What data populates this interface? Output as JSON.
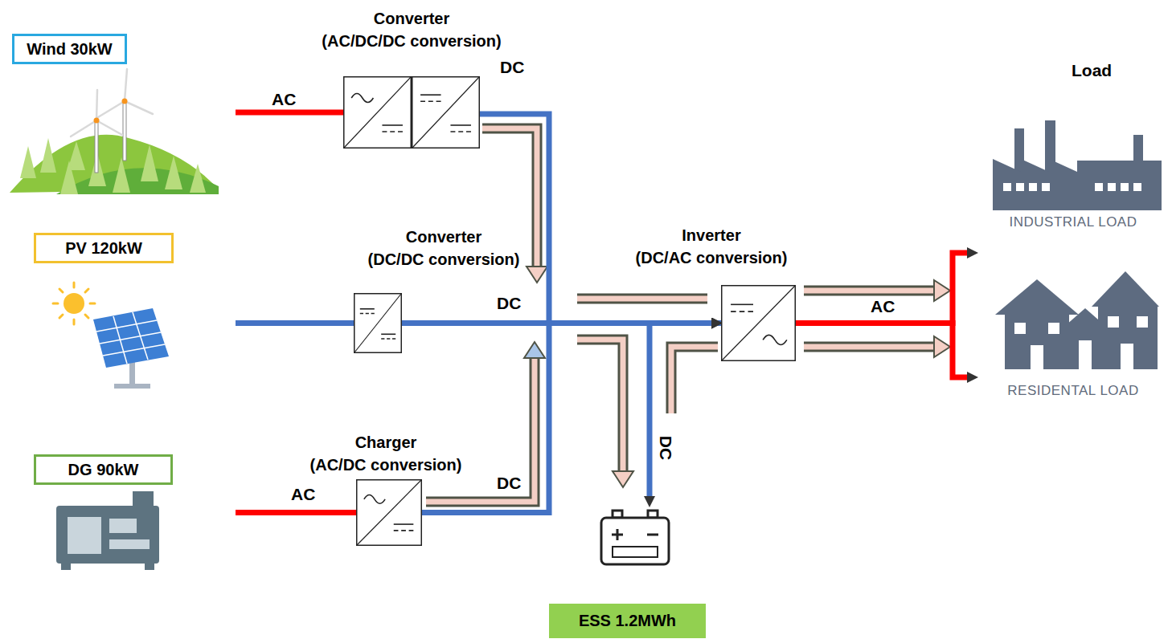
{
  "diagram": {
    "nodes": [
      {
        "text": [
          "Wind 30kW"
        ]
      },
      {
        "text": [
          "PV 120kW"
        ]
      },
      {
        "text": [
          "DG 90kW"
        ]
      },
      {
        "text": [
          "Converter (AC/DC/DC conversion)"
        ]
      },
      {
        "text": [
          "Converter (DC/DC conversion)"
        ]
      },
      {
        "text": [
          "Charger (AC/DC conversion)"
        ]
      },
      {
        "text": [
          "Inverter (DC/AC conversion)"
        ]
      },
      {
        "text": [
          "ESS 1.2MWh"
        ]
      },
      {
        "text": [
          "INDUSTRIAL LOAD"
        ]
      },
      {
        "text": [
          "RESIDENTAL LOAD"
        ]
      }
    ],
    "edges": [
      {
        "from": 0,
        "to": 3,
        "arrow": "none"
      },
      {
        "from": 1,
        "to": 4,
        "arrow": "none"
      },
      {
        "from": 2,
        "to": 5,
        "arrow": "none"
      },
      {
        "from": 3,
        "to": 6,
        "arrow": "to"
      },
      {
        "from": 4,
        "to": 6,
        "arrow": "none"
      },
      {
        "from": 5,
        "to": 6,
        "arrow": "to"
      },
      {
        "from": 7,
        "to": 6,
        "arrow": "both"
      },
      {
        "from": 6,
        "to": 8,
        "arrow": "to"
      },
      {
        "from": 6,
        "to": 9,
        "arrow": "to"
      }
    ],
    "labels": [
      "AC",
      "DC",
      "DC",
      "AC",
      "DC",
      "DC",
      "AC",
      "Load"
    ]
  }
}
